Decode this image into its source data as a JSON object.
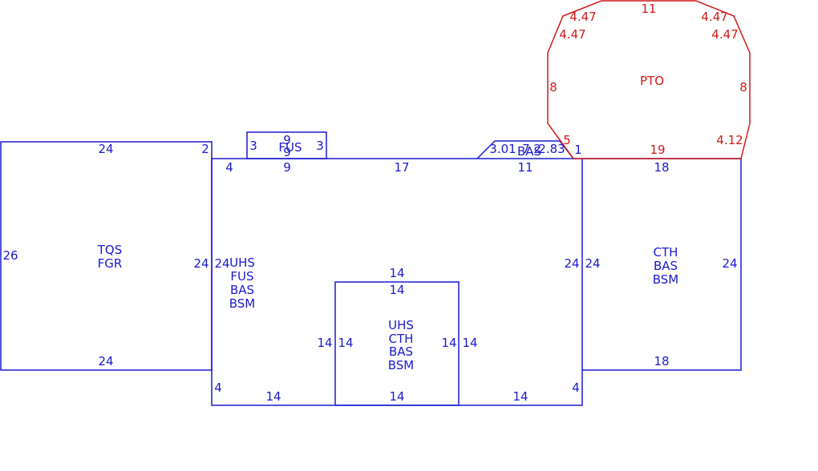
{
  "colors": {
    "building": "#1a1ad0",
    "patio": "#d01a1a",
    "background": "#ffffff"
  },
  "areas": {
    "garage": [
      "TQS",
      "FGR"
    ],
    "main_house": [
      "UHS",
      "FUS",
      "BAS",
      "BSM"
    ],
    "center_wing": [
      "UHS",
      "CTH",
      "BAS",
      "BSM"
    ],
    "east_wing": [
      "CTH",
      "BAS",
      "BSM"
    ],
    "dormer": "FUS",
    "bay": "BAS",
    "patio": "PTO"
  },
  "dimensions": {
    "garage_top": "24",
    "garage_top_right": "2",
    "garage_left": "26",
    "garage_right": "24",
    "garage_bottom": "24",
    "main_top_left": "4",
    "main_top_mid": "9",
    "main_top_center": "17",
    "main_top_right": "11",
    "main_left": "24",
    "main_right": "24",
    "main_bottom_left_step": "4",
    "main_bottom_right_step": "4",
    "main_bottom_left": "14",
    "main_bottom_right": "14",
    "center_top_outer": "14",
    "center_top_inner": "14",
    "center_left_outer": "14",
    "center_left_inner": "14",
    "center_right_inner": "14",
    "center_right_outer": "14",
    "center_bottom": "14",
    "dormer_top": "9",
    "dormer_bottom": "9",
    "dormer_left": "3",
    "dormer_right": "3",
    "bay_left": "3.01",
    "bay_mid": "7.2",
    "bay_right": "2.83",
    "bay_step": "1",
    "east_top": "18",
    "east_left": "24",
    "east_right": "24",
    "east_bottom": "18",
    "patio_top": "11",
    "patio_nw_outer": "4.47",
    "patio_nw_inner": "4.47",
    "patio_ne_outer": "4.47",
    "patio_ne_inner": "4.47",
    "patio_left": "8",
    "patio_right": "8",
    "patio_sw": "5",
    "patio_se": "4.12",
    "patio_bottom": "19"
  }
}
